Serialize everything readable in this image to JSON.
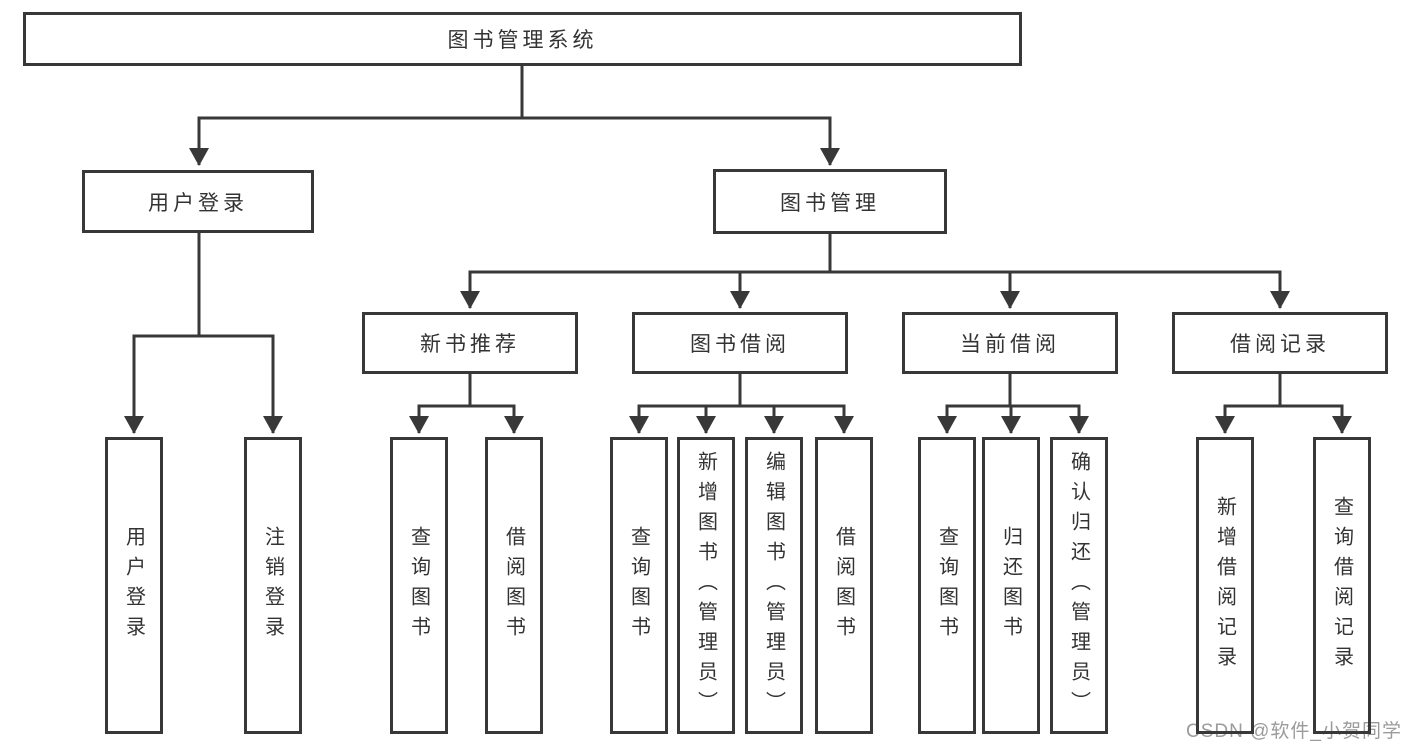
{
  "diagram": {
    "root": {
      "label": "图书管理系统"
    },
    "level2": [
      {
        "label": "用户登录",
        "children": [
          {
            "label": "用户登录"
          },
          {
            "label": "注销登录"
          }
        ]
      },
      {
        "label": "图书管理",
        "children": [
          {
            "label": "新书推荐",
            "children": [
              {
                "label": "查询图书"
              },
              {
                "label": "借阅图书"
              }
            ]
          },
          {
            "label": "图书借阅",
            "children": [
              {
                "label": "查询图书"
              },
              {
                "label": "新增图书（管理员）"
              },
              {
                "label": "编辑图书（管理员）"
              },
              {
                "label": "借阅图书"
              }
            ]
          },
          {
            "label": "当前借阅",
            "children": [
              {
                "label": "查询图书"
              },
              {
                "label": "归还图书"
              },
              {
                "label": "确认归还（管理员）"
              }
            ]
          },
          {
            "label": "借阅记录",
            "children": [
              {
                "label": "新增借阅记录"
              },
              {
                "label": "查询借阅记录"
              }
            ]
          }
        ]
      }
    ]
  },
  "watermark": {
    "text": "CSDN @软件_小贺同学"
  },
  "colors": {
    "line": "#383838",
    "text": "#333333",
    "watermark": "#9b9b9b",
    "background": "#ffffff"
  }
}
